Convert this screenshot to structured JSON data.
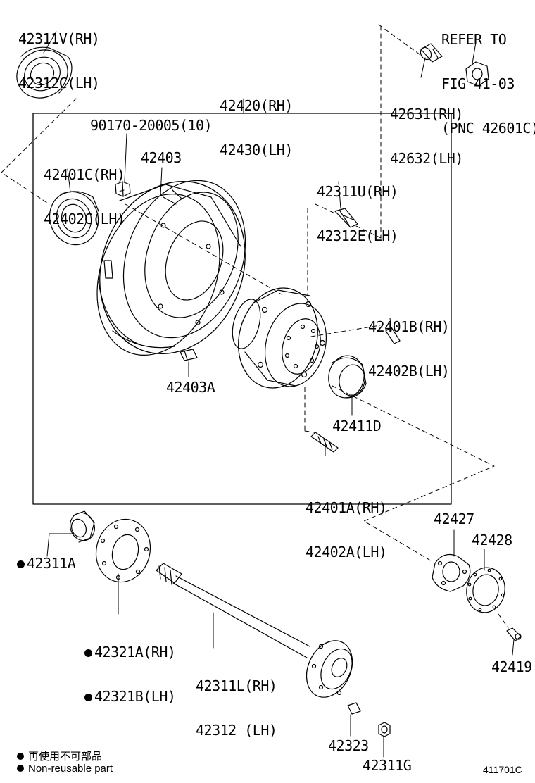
{
  "figure_code": "411701C",
  "legend": {
    "line1": "再使用不可部品",
    "line2": "Non-reusable part"
  },
  "callouts": {
    "refer": [
      "REFER TO",
      "FIG 41-03",
      "(PNC 42601C)"
    ],
    "p42311V": [
      "42311V(RH)",
      "42312C(LH)"
    ],
    "p42420": [
      "42420(RH)",
      "42430(LH)"
    ],
    "p90170": "90170-20005(10)",
    "p42401C": [
      "42401C(RH)",
      "42402C(LH)"
    ],
    "p42403": "42403",
    "p42631": [
      "42631(RH)",
      "42632(LH)"
    ],
    "p42311U": [
      "42311U(RH)",
      "42312E(LH)"
    ],
    "p42401B": [
      "42401B(RH)",
      "42402B(LH)"
    ],
    "p42403A": "42403A",
    "p42411D": "42411D",
    "p42401A": [
      "42401A(RH)",
      "42402A(LH)"
    ],
    "p42311A": "42311A",
    "p42427": "42427",
    "p42428": "42428",
    "p42321A": [
      "42321A(RH)",
      "42321B(LH)"
    ],
    "p42419": "42419",
    "p42311L": [
      "42311L(RH)",
      "42312 (LH)"
    ],
    "p42323": "42323",
    "p42311G": "42311G"
  }
}
